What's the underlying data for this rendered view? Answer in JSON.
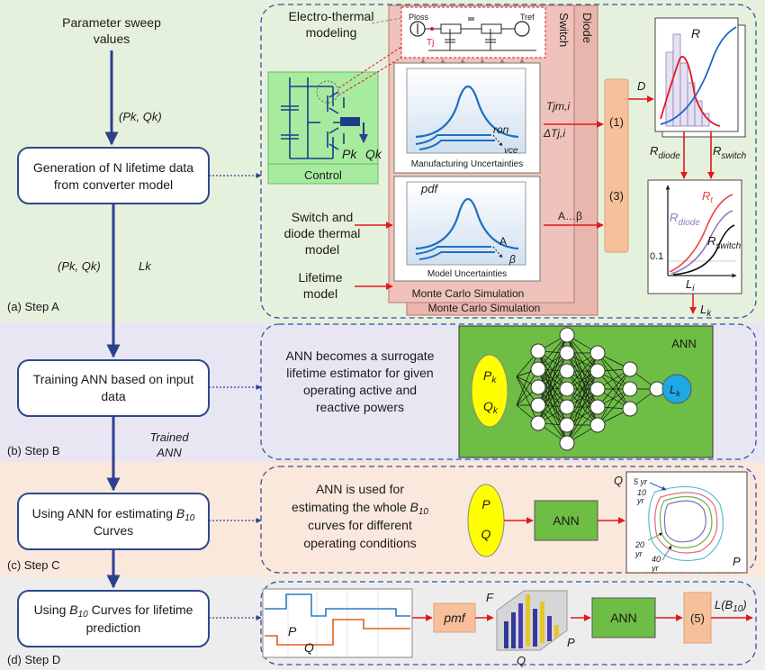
{
  "steps": {
    "a": {
      "label": "(a) Step A",
      "sweep_line1": "Parameter sweep",
      "sweep_line2": "values",
      "pq_in": "(Pk, Qk)",
      "box_line1": "Generation of N lifetime data",
      "box_line2": "from converter model",
      "pq_out": "(Pk, Qk)",
      "lk_out": "Lk"
    },
    "b": {
      "label": "(b) Step B",
      "box_line1": "Training ANN based on input",
      "box_line2": "data",
      "trained_line1": "Trained",
      "trained_line2": "ANN",
      "desc_line1": "ANN becomes a surrogate",
      "desc_line2": "lifetime estimator for given",
      "desc_line3": "operating active and",
      "desc_line4": "reactive powers",
      "ann_title": "ANN",
      "in1": "Pk",
      "in2": "Qk",
      "out": "Lk"
    },
    "c": {
      "label": "(c) Step C",
      "box_line1": "Using ANN for estimating B10",
      "box_line2": "Curves",
      "desc_line1": "ANN is used for",
      "desc_line2": "estimating the whole B10",
      "desc_line3": "curves for different",
      "desc_line4": "operating conditions",
      "in1": "P",
      "in2": "Q",
      "ann": "ANN",
      "plot_q": "Q",
      "plot_p": "P",
      "yr5": "5 yr",
      "yr10a": "10",
      "yr10b": "yr",
      "yr20a": "20",
      "yr20b": "yr",
      "yr40a": "40",
      "yr40b": "yr"
    },
    "d": {
      "label": "(d) Step D",
      "box_line1": "Using B10 Curves for lifetime",
      "box_line2": "prediction",
      "plot_p": "P",
      "plot_q": "Q",
      "pmf": "pmf",
      "hist_f": "F",
      "hist_q": "Q",
      "hist_p": "P",
      "ann": "ANN",
      "block5": "(5)",
      "output": "L(B10)"
    }
  },
  "detail_a": {
    "electrothermal_line1": "Electro-thermal",
    "electrothermal_line2": "modeling",
    "ploss": "Ploss",
    "tref": "Tref",
    "tj": "Tj",
    "switch": "Switch",
    "diode": "Diode",
    "ron": "ron",
    "vce": "vce",
    "mfg_caption": "Manufacturing Uncertainties",
    "pdf": "pdf",
    "a_lbl": "A",
    "beta_lbl": "β",
    "model_caption": "Model Uncertainties",
    "mc1": "Monte Carlo Simulation",
    "mc2": "Monte Carlo Simulation",
    "control": "Control",
    "pk": "Pk",
    "qk": "Qk",
    "thermal_line1": "Switch and",
    "thermal_line2": "diode thermal",
    "thermal_line3": "model",
    "life_line1": "Lifetime",
    "life_line2": "model",
    "tjm": "Tjm,i",
    "dtj": "ΔTj,i",
    "a_beta": "A…β",
    "eq1": "(1)",
    "eq3": "(3)",
    "d_lbl": "D",
    "r_lbl": "R",
    "r_diode": "Rdiode",
    "r_switch": "Rswitch",
    "r_t": "Rt",
    "r_diode2": "Rdiode",
    "r_switch2": "Rswitch",
    "tick01": "0.1",
    "li": "Li",
    "lk": "Lk"
  },
  "colors": {
    "step_a_bg": "#e6f1dd",
    "step_b_bg": "#e9e6f3",
    "step_c_bg": "#fbe8dc",
    "step_d_bg": "#ededed",
    "flow_arrow": "#2c3f8f",
    "red_arrow": "#e3171f",
    "ann_green": "#6ebd45",
    "orange_block": "#f7c09a",
    "mc_panel": "#e9b6ad"
  }
}
